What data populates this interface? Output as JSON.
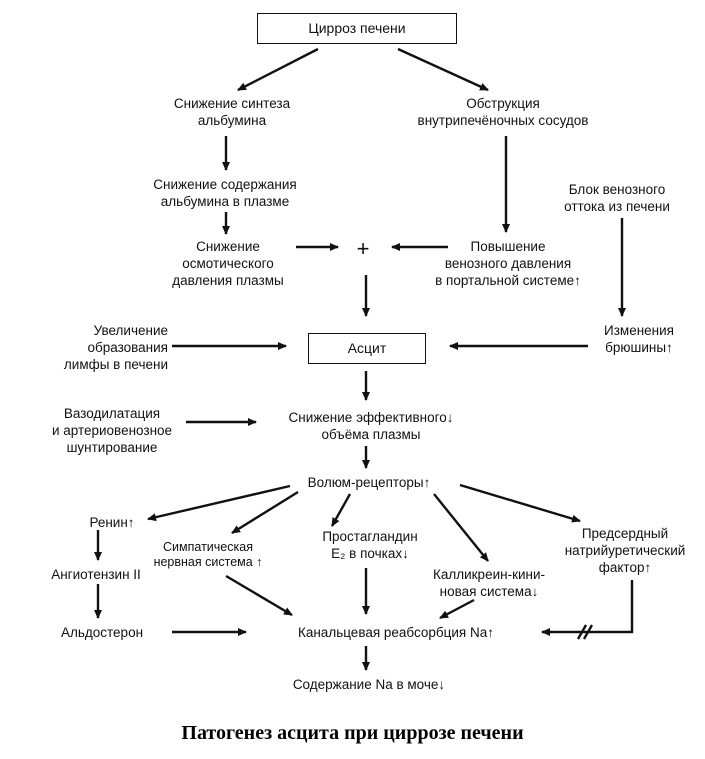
{
  "nodes": {
    "cirrhosis": [
      "Цирроз печени"
    ],
    "synth_decrease": [
      "Снижение синтеза",
      "альбумина"
    ],
    "obstruction": [
      "Обструкция",
      "внутрипечёночных сосудов"
    ],
    "albumin_decrease": [
      "Снижение содержания",
      "альбумина в плазме"
    ],
    "venous_block": [
      "Блок венозного",
      "оттока из печени"
    ],
    "osmotic_decrease": [
      "Снижение",
      "осмотического",
      "давления плазмы"
    ],
    "plus": [
      "+"
    ],
    "portal_pressure": [
      "Повышение",
      "венозного давления",
      "в портальной системе↑"
    ],
    "lymph": [
      "Увеличение",
      "образования",
      "лимфы в печени"
    ],
    "ascites": [
      "Асцит"
    ],
    "peritoneum": [
      "Изменения",
      "брюшины↑"
    ],
    "vasodilation": [
      "Вазодилатация",
      "и артериовенозное",
      "шунтирование"
    ],
    "plasma_volume": [
      "Снижение эффективного↓",
      "объёма плазмы"
    ],
    "volume_receptors": [
      "Волюм-рецепторы↑"
    ],
    "renin": [
      "Ренин↑"
    ],
    "sympathetic": [
      "Симпатическая",
      "нервная система ↑"
    ],
    "prostaglandin": [
      "Простагландин",
      "E₂ в почках↓"
    ],
    "natriuretic": [
      "Предсердный",
      "натрийуретический",
      "фактор↑"
    ],
    "angiotensin": [
      "Ангиотензин II"
    ],
    "kallikrein": [
      "Калликреин-кини-",
      "новая система↓"
    ],
    "aldosterone": [
      "Альдостерон"
    ],
    "na_reabsorption": [
      "Канальцевая реабсорбция Na↑"
    ],
    "na_urine": [
      "Содержание Na в моче↓"
    ]
  },
  "caption": "Патогенез асцита при циррозе печени"
}
